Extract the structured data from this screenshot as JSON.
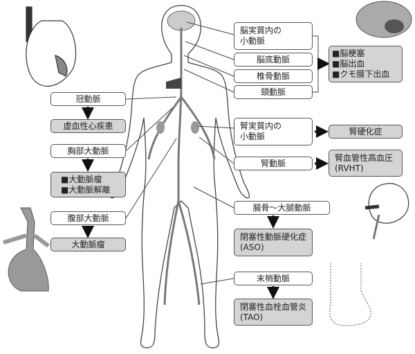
{
  "brain_group": {
    "arteries": [
      "脳実質内の",
      "小動脈",
      "脳底動脈",
      "椎骨動脈",
      "頸動脈"
    ],
    "diseases": [
      "脳梗塞",
      "脳出血",
      "クモ膜下出血"
    ]
  },
  "kidney_group": {
    "parenchyma_line1": "腎実質内の",
    "parenchyma_line2": "小動脈",
    "nephrosclerosis": "腎硬化症",
    "renal_artery": "腎動脈",
    "rvht_line1": "腎血管性高血圧",
    "rvht_line2": "(RVHT)"
  },
  "leg_group": {
    "iliac_femoral": "腸骨〜大腿動脈",
    "aso_line1": "閉塞性動脈硬化症",
    "aso_line2": "(ASO)",
    "peripheral": "末梢動脈",
    "tao_line1": "閉塞性血栓血管炎",
    "tao_line2": "(TAO)"
  },
  "left_group": {
    "coronary": "冠動脈",
    "ischemic": "虚血性心疾患",
    "thoracic": "胸部大動脈",
    "thoracic_diseases": [
      "大動脈瘤",
      "大動脈解離"
    ],
    "abdominal": "腹部大動脈",
    "abdominal_disease": "大動脈瘤"
  },
  "colors": {
    "disease_fill": "#d4d4d4",
    "border": "#555555"
  }
}
